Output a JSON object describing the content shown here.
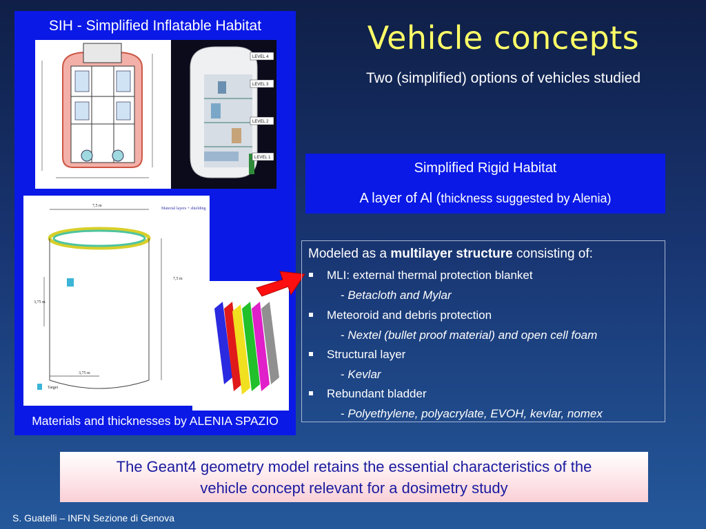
{
  "left_panel": {
    "title": "SIH - Simplified Inflatable Habitat",
    "caption": "Materials and thicknesses by ALENIA SPAZIO",
    "photo2": {
      "dim_top": "7,5 m",
      "dim_right": "7,5 m",
      "dim_left": "3,75 m",
      "dim_bottom": "3,75 m",
      "material_label": "Material layers + shielding",
      "target_label": "Target"
    },
    "photo1": {
      "levels": [
        "LEVEL 4",
        "LEVEL 3",
        "LEVEL 2",
        "LEVEL 1"
      ]
    }
  },
  "slide": {
    "title": "Vehicle concepts",
    "subtitle": "Two (simplified) options of vehicles studied"
  },
  "rigid": {
    "title": "Simplified Rigid Habitat",
    "line_main": "A layer of Al (",
    "line_small": "thickness suggested by Alenia)"
  },
  "multilayer": {
    "intro_pre": "Modeled as a ",
    "intro_bold": "multilayer structure",
    "intro_post": " consisting of:",
    "items": [
      {
        "label": "MLI: external thermal protection blanket",
        "detail": "Betacloth and Mylar"
      },
      {
        "label": "Meteoroid and debris protection",
        "detail": "Nextel (bullet proof material) and open cell foam"
      },
      {
        "label": "Structural layer",
        "detail": "Kevlar"
      },
      {
        "label": "Rebundant bladder",
        "detail": "Polyethylene, polyacrylate, EVOH, kevlar, nomex"
      }
    ],
    "dash": "- "
  },
  "bottom": {
    "line1": "The Geant4 geometry model retains the essential characteristics of the",
    "line2": "vehicle concept relevant for a dosimetry study"
  },
  "footer": "S. Guatelli – INFN Sezione di Genova",
  "colors": {
    "title_yellow": "#ffff66",
    "panel_blue": "#0a19e6",
    "arrow_red": "#ff1010",
    "bottom_text": "#1a1aa0"
  }
}
